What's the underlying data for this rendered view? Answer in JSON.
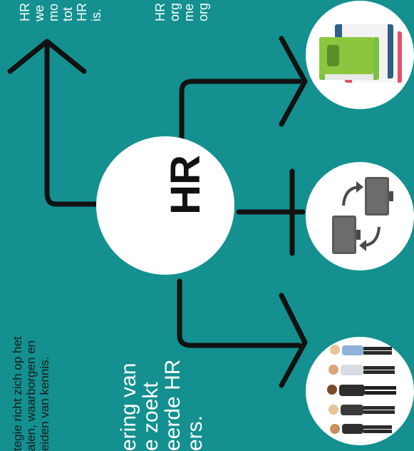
{
  "hub": {
    "label": "HR"
  },
  "texts": {
    "bottom_left": "tegie richt zich op het\nalen, waarborgen en\neiden van kennis.",
    "bottom_center": "ering van\ne zoekt\neerde HR\ners.",
    "top_left": "HR\nwe\nmo\ntot\nHR\nis.",
    "top_right": "HR\norg\nme\norg"
  },
  "icons": [
    "arrow-up-icon",
    "books-icon",
    "swap-devices-icon",
    "people-group-icon"
  ],
  "colors": {
    "background": "#13908f",
    "circle": "#ffffff",
    "arrow": "#111111",
    "text_light": "#ffffff",
    "text_dark": "#1a1a1a"
  }
}
